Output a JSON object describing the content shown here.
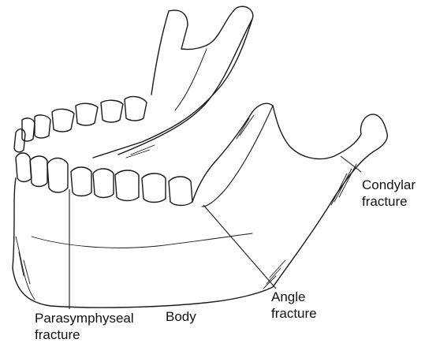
{
  "labels": {
    "condylar": "Condylar\nfracture",
    "angle": "Angle\nfracture",
    "body": "Body",
    "parasymphyseal": "Parasymphyseal\nfracture"
  },
  "colors": {
    "ink": "#1a1a1a",
    "background": "#ffffff"
  }
}
